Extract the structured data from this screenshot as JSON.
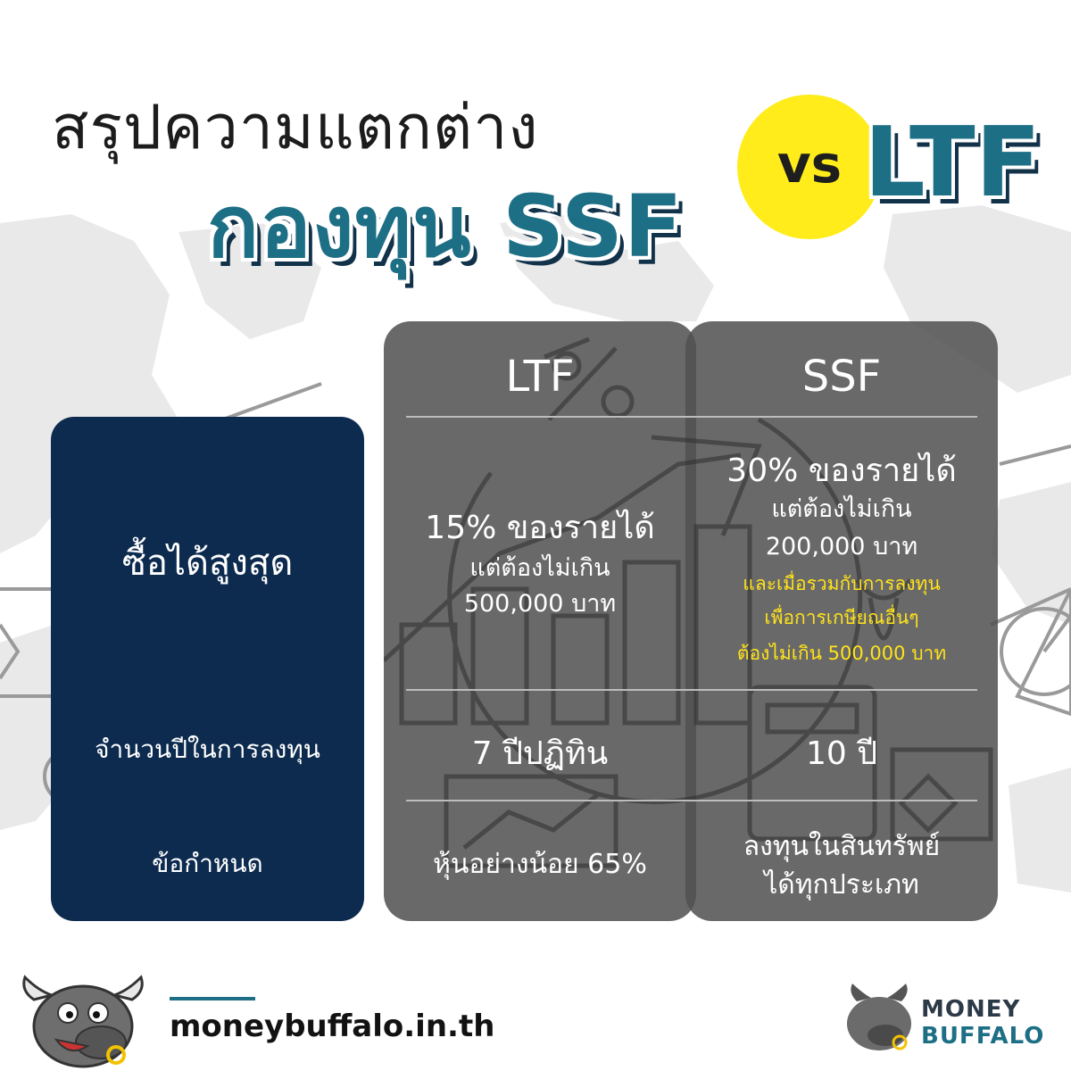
{
  "title": {
    "line1": "สรุปความแตกต่าง",
    "line2": "กองทุน SSF",
    "vs": "vs",
    "ltf": "LTF"
  },
  "columns": {
    "ltf": "LTF",
    "ssf": "SSF"
  },
  "rows": {
    "max_purchase": {
      "label": "ซื้อได้สูงสุด",
      "ltf": {
        "line1": "15% ของรายได้",
        "line2": "แต่ต้องไม่เกิน",
        "line3": "500,000 บาท"
      },
      "ssf": {
        "line1": "30% ของรายได้",
        "line2": "แต่ต้องไม่เกิน",
        "line3": "200,000 บาท",
        "note1": "และเมื่อรวมกับการลงทุน",
        "note2": "เพื่อการเกษียณอื่นๆ",
        "note3": "ต้องไม่เกิน 500,000 บาท"
      }
    },
    "years": {
      "label": "จำนวนปีในการลงทุน",
      "ltf": "7 ปีปฏิทิน",
      "ssf": "10 ปี"
    },
    "conditions": {
      "label": "ข้อกำหนด",
      "ltf": "หุ้นอย่างน้อย 65%",
      "ssf": {
        "line1": "ลงทุนในสินทรัพย์",
        "line2": "ได้ทุกประเภท"
      }
    }
  },
  "footer": {
    "url": "moneybuffalo.in.th",
    "logo_line1": "MONEY",
    "logo_line2": "BUFFALO"
  },
  "colors": {
    "teal": "#1d6f85",
    "navy": "#0d2b4f",
    "yellow": "#ffec1a",
    "note_yellow": "#ffe31a",
    "panel_gray": "#505050"
  }
}
